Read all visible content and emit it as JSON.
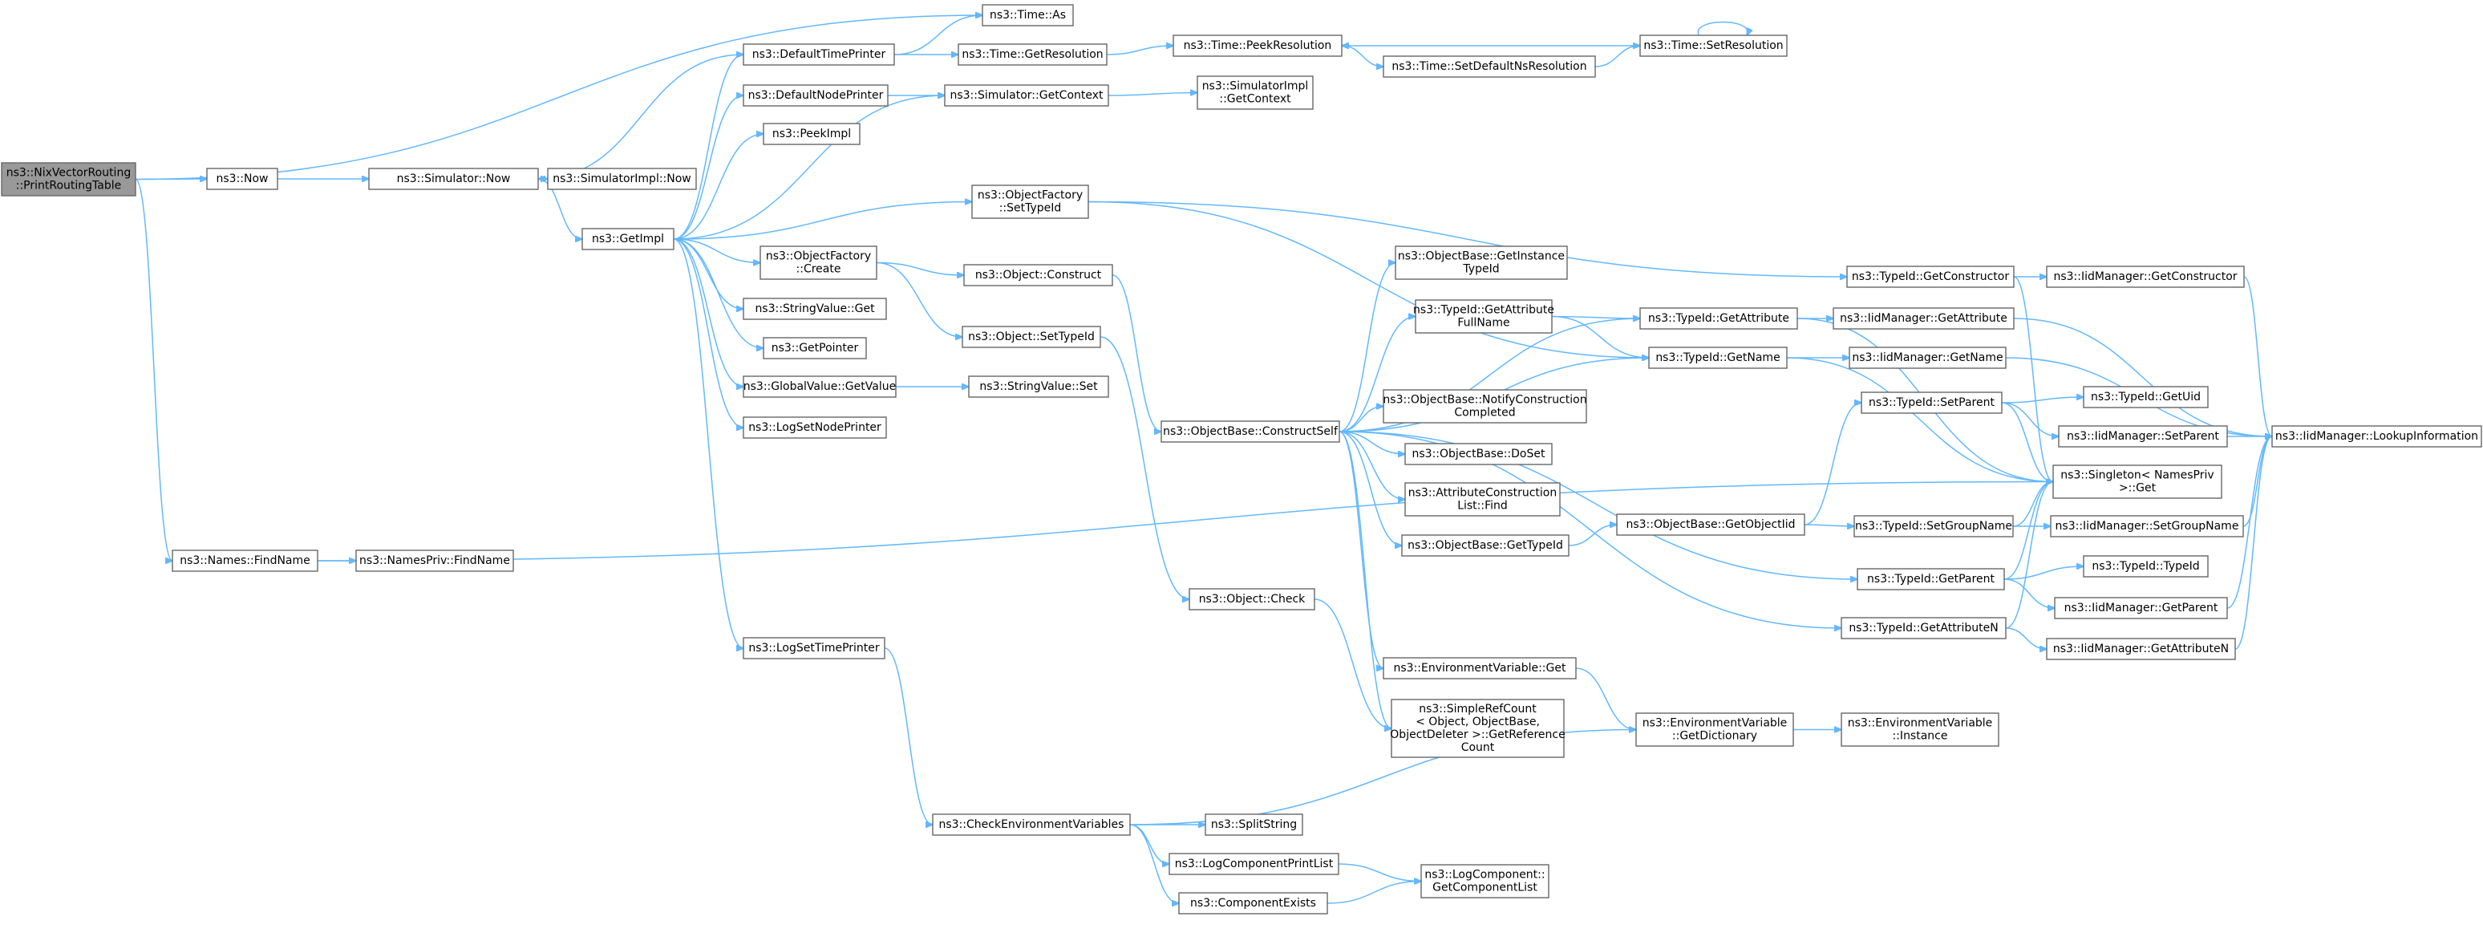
{
  "colors": {
    "edge": "#63b8ff",
    "node_border": "#666666",
    "root_fill": "#999999",
    "node_fill": "#ffffff"
  },
  "nodes": [
    {
      "id": "root",
      "lines": [
        "ns3::NixVectorRouting",
        "::PrintRoutingTable"
      ],
      "root": true
    },
    {
      "id": "now",
      "lines": [
        "ns3::Now"
      ]
    },
    {
      "id": "simnow",
      "lines": [
        "ns3::Simulator::Now"
      ]
    },
    {
      "id": "simimplnow",
      "lines": [
        "ns3::SimulatorImpl::Now"
      ]
    },
    {
      "id": "getimpl",
      "lines": [
        "ns3::GetImpl"
      ]
    },
    {
      "id": "timeas",
      "lines": [
        "ns3::Time::As"
      ]
    },
    {
      "id": "deftime",
      "lines": [
        "ns3::DefaultTimePrinter"
      ]
    },
    {
      "id": "getres",
      "lines": [
        "ns3::Time::GetResolution"
      ]
    },
    {
      "id": "peekres",
      "lines": [
        "ns3::Time::PeekResolution"
      ]
    },
    {
      "id": "setres",
      "lines": [
        "ns3::Time::SetResolution"
      ]
    },
    {
      "id": "setdefns",
      "lines": [
        "ns3::Time::SetDefaultNsResolution"
      ]
    },
    {
      "id": "defnode",
      "lines": [
        "ns3::DefaultNodePrinter"
      ]
    },
    {
      "id": "simctx",
      "lines": [
        "ns3::Simulator::GetContext"
      ]
    },
    {
      "id": "simimplctx",
      "lines": [
        "ns3::SimulatorImpl",
        "::GetContext"
      ]
    },
    {
      "id": "peekimpl",
      "lines": [
        "ns3::PeekImpl"
      ]
    },
    {
      "id": "ofsettid",
      "lines": [
        "ns3::ObjectFactory",
        "::SetTypeId"
      ]
    },
    {
      "id": "ofcreate",
      "lines": [
        "ns3::ObjectFactory",
        "::Create"
      ]
    },
    {
      "id": "objconstruct",
      "lines": [
        "ns3::Object::Construct"
      ]
    },
    {
      "id": "objsettid",
      "lines": [
        "ns3::Object::SetTypeId"
      ]
    },
    {
      "id": "strvalget",
      "lines": [
        "ns3::StringValue::Get"
      ]
    },
    {
      "id": "getpointer",
      "lines": [
        "ns3::GetPointer"
      ]
    },
    {
      "id": "gvget",
      "lines": [
        "ns3::GlobalValue::GetValue"
      ]
    },
    {
      "id": "strvalset",
      "lines": [
        "ns3::StringValue::Set"
      ]
    },
    {
      "id": "logsetnode",
      "lines": [
        "ns3::LogSetNodePrinter"
      ]
    },
    {
      "id": "logsettime",
      "lines": [
        "ns3::LogSetTimePrinter"
      ]
    },
    {
      "id": "objcheck",
      "lines": [
        "ns3::Object::Check"
      ]
    },
    {
      "id": "obconstructself",
      "lines": [
        "ns3::ObjectBase::ConstructSelf"
      ]
    },
    {
      "id": "obgetinst",
      "lines": [
        "ns3::ObjectBase::GetInstance",
        "TypeId"
      ]
    },
    {
      "id": "tidgetattrfull",
      "lines": [
        "ns3::TypeId::GetAttribute",
        "FullName"
      ]
    },
    {
      "id": "obnotify",
      "lines": [
        "ns3::ObjectBase::NotifyConstruction",
        "Completed"
      ]
    },
    {
      "id": "obdoset",
      "lines": [
        "ns3::ObjectBase::DoSet"
      ]
    },
    {
      "id": "acl",
      "lines": [
        "ns3::AttributeConstruction",
        "List::Find"
      ]
    },
    {
      "id": "obgettid",
      "lines": [
        "ns3::ObjectBase::GetTypeId"
      ]
    },
    {
      "id": "obgetobjtid",
      "lines": [
        "ns3::ObjectBase::GetObjectIid"
      ]
    },
    {
      "id": "envget",
      "lines": [
        "ns3::EnvironmentVariable::Get"
      ]
    },
    {
      "id": "simplerefcount",
      "lines": [
        "ns3::SimpleRefCount",
        "< Object, ObjectBase,",
        "ObjectDeleter >::GetReference",
        "Count"
      ]
    },
    {
      "id": "envdict",
      "lines": [
        "ns3::EnvironmentVariable",
        "::GetDictionary"
      ]
    },
    {
      "id": "envinst",
      "lines": [
        "ns3::EnvironmentVariable",
        "::Instance"
      ]
    },
    {
      "id": "checkenv",
      "lines": [
        "ns3::CheckEnvironmentVariables"
      ]
    },
    {
      "id": "splitstring",
      "lines": [
        "ns3::SplitString"
      ]
    },
    {
      "id": "logcompprint",
      "lines": [
        "ns3::LogComponentPrintList"
      ]
    },
    {
      "id": "compexists",
      "lines": [
        "ns3::ComponentExists"
      ]
    },
    {
      "id": "logcompget",
      "lines": [
        "ns3::LogComponent::",
        "GetComponentList"
      ]
    },
    {
      "id": "tidgetctor",
      "lines": [
        "ns3::TypeId::GetConstructor"
      ]
    },
    {
      "id": "tidgetattr",
      "lines": [
        "ns3::TypeId::GetAttribute"
      ]
    },
    {
      "id": "tidgetname",
      "lines": [
        "ns3::TypeId::GetName"
      ]
    },
    {
      "id": "tidsetparent",
      "lines": [
        "ns3::TypeId::SetParent"
      ]
    },
    {
      "id": "tidsetgroup",
      "lines": [
        "ns3::TypeId::SetGroupName"
      ]
    },
    {
      "id": "tidgetparent",
      "lines": [
        "ns3::TypeId::GetParent"
      ]
    },
    {
      "id": "tidgetattrn",
      "lines": [
        "ns3::TypeId::GetAttributeN"
      ]
    },
    {
      "id": "iidgetctor",
      "lines": [
        "ns3::IidManager::GetConstructor"
      ]
    },
    {
      "id": "iidgetattr",
      "lines": [
        "ns3::IidManager::GetAttribute"
      ]
    },
    {
      "id": "iidgetname",
      "lines": [
        "ns3::IidManager::GetName"
      ]
    },
    {
      "id": "tidgetuid",
      "lines": [
        "ns3::TypeId::GetUid"
      ]
    },
    {
      "id": "iidsetparent",
      "lines": [
        "ns3::IidManager::SetParent"
      ]
    },
    {
      "id": "singleton",
      "lines": [
        "ns3::Singleton< NamesPriv",
        ">::Get"
      ]
    },
    {
      "id": "iidsetgroup",
      "lines": [
        "ns3::IidManager::SetGroupName"
      ]
    },
    {
      "id": "tidtypeid",
      "lines": [
        "ns3::TypeId::TypeId"
      ]
    },
    {
      "id": "iidgetparent",
      "lines": [
        "ns3::IidManager::GetParent"
      ]
    },
    {
      "id": "iidgetattrn",
      "lines": [
        "ns3::IidManager::GetAttributeN"
      ]
    },
    {
      "id": "iidlookup",
      "lines": [
        "ns3::IidManager::LookupInformation"
      ]
    },
    {
      "id": "namesfind",
      "lines": [
        "ns3::Names::FindName"
      ]
    },
    {
      "id": "namesprivfind",
      "lines": [
        "ns3::NamesPriv::FindName"
      ]
    }
  ],
  "edges": [
    [
      "root",
      "timeas"
    ],
    [
      "root",
      "now"
    ],
    [
      "root",
      "namesfind"
    ],
    [
      "now",
      "simnow"
    ],
    [
      "simnow",
      "simimplnow"
    ],
    [
      "simnow",
      "getimpl"
    ],
    [
      "getimpl",
      "deftime"
    ],
    [
      "getimpl",
      "defnode"
    ],
    [
      "getimpl",
      "peekimpl"
    ],
    [
      "getimpl",
      "ofsettid"
    ],
    [
      "getimpl",
      "ofcreate"
    ],
    [
      "getimpl",
      "strvalget"
    ],
    [
      "getimpl",
      "getpointer"
    ],
    [
      "getimpl",
      "gvget"
    ],
    [
      "getimpl",
      "logsetnode"
    ],
    [
      "getimpl",
      "logsettime"
    ],
    [
      "getimpl",
      "simctx"
    ],
    [
      "deftime",
      "timeas"
    ],
    [
      "deftime",
      "getres"
    ],
    [
      "deftime",
      "simnow"
    ],
    [
      "getres",
      "peekres"
    ],
    [
      "peekres",
      "setdefns"
    ],
    [
      "setdefns",
      "setres"
    ],
    [
      "setres",
      "peekres"
    ],
    [
      "setres",
      "setres"
    ],
    [
      "defnode",
      "simctx"
    ],
    [
      "simctx",
      "simimplctx"
    ],
    [
      "ofsettid",
      "tidgetname"
    ],
    [
      "ofsettid",
      "tidgetctor"
    ],
    [
      "ofcreate",
      "objconstruct"
    ],
    [
      "ofcreate",
      "objsettid"
    ],
    [
      "objconstruct",
      "obconstructself"
    ],
    [
      "objsettid",
      "objcheck"
    ],
    [
      "objcheck",
      "simplerefcount"
    ],
    [
      "gvget",
      "strvalset"
    ],
    [
      "logsettime",
      "checkenv"
    ],
    [
      "obconstructself",
      "obgetinst"
    ],
    [
      "obconstructself",
      "tidgetattrfull"
    ],
    [
      "obconstructself",
      "tidgetattr"
    ],
    [
      "obconstructself",
      "tidgetname"
    ],
    [
      "obconstructself",
      "obnotify"
    ],
    [
      "obconstructself",
      "obdoset"
    ],
    [
      "obconstructself",
      "acl"
    ],
    [
      "obconstructself",
      "obgettid"
    ],
    [
      "obconstructself",
      "tidgetparent"
    ],
    [
      "obconstructself",
      "tidgetattrn"
    ],
    [
      "obconstructself",
      "envget"
    ],
    [
      "obconstructself",
      "simplerefcount"
    ],
    [
      "tidgetattrfull",
      "tidgetattr"
    ],
    [
      "tidgetattrfull",
      "tidgetname"
    ],
    [
      "obgettid",
      "obgetobjtid"
    ],
    [
      "obgetobjtid",
      "tidsetparent"
    ],
    [
      "obgetobjtid",
      "tidsetgroup"
    ],
    [
      "envget",
      "envdict"
    ],
    [
      "envdict",
      "envinst"
    ],
    [
      "checkenv",
      "envdict"
    ],
    [
      "checkenv",
      "splitstring"
    ],
    [
      "checkenv",
      "logcompprint"
    ],
    [
      "checkenv",
      "compexists"
    ],
    [
      "logcompprint",
      "logcompget"
    ],
    [
      "compexists",
      "logcompget"
    ],
    [
      "tidgetctor",
      "iidgetctor"
    ],
    [
      "tidgetctor",
      "singleton"
    ],
    [
      "tidgetattr",
      "iidgetattr"
    ],
    [
      "tidgetattr",
      "singleton"
    ],
    [
      "tidgetname",
      "iidgetname"
    ],
    [
      "tidgetname",
      "singleton"
    ],
    [
      "tidsetparent",
      "tidgetuid"
    ],
    [
      "tidsetparent",
      "iidsetparent"
    ],
    [
      "tidsetparent",
      "singleton"
    ],
    [
      "tidsetgroup",
      "iidsetgroup"
    ],
    [
      "tidsetgroup",
      "singleton"
    ],
    [
      "tidgetparent",
      "tidtypeid"
    ],
    [
      "tidgetparent",
      "iidgetparent"
    ],
    [
      "tidgetparent",
      "singleton"
    ],
    [
      "tidgetattrn",
      "iidgetattrn"
    ],
    [
      "tidgetattrn",
      "singleton"
    ],
    [
      "iidgetctor",
      "iidlookup"
    ],
    [
      "iidgetattr",
      "iidlookup"
    ],
    [
      "iidgetname",
      "iidlookup"
    ],
    [
      "iidsetparent",
      "iidlookup"
    ],
    [
      "iidsetgroup",
      "iidlookup"
    ],
    [
      "iidgetparent",
      "iidlookup"
    ],
    [
      "iidgetattrn",
      "iidlookup"
    ],
    [
      "namesfind",
      "namesprivfind"
    ],
    [
      "namesfind",
      "singleton"
    ]
  ]
}
